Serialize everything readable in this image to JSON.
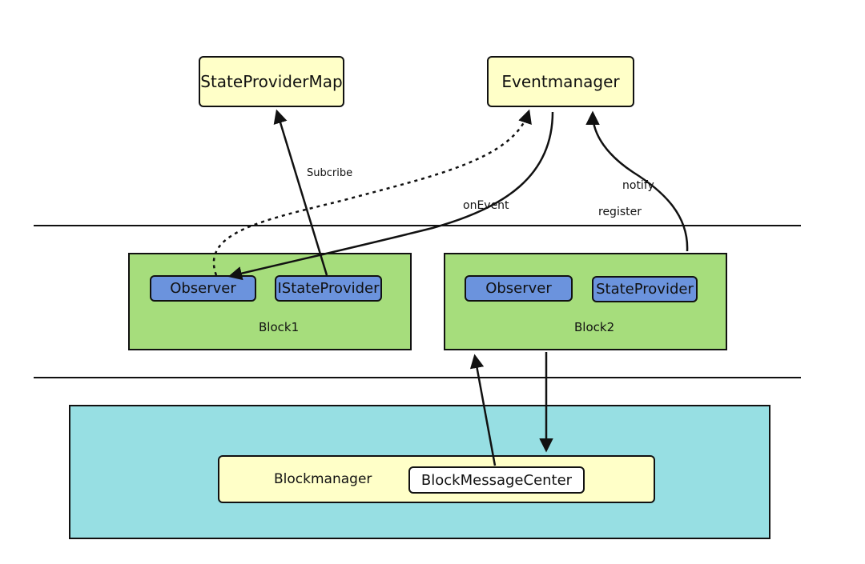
{
  "nodes": {
    "state_provider_map": "StateProviderMap",
    "event_manager": "Eventmanager",
    "block1": "Block1",
    "block1_observer": "Observer",
    "block1_istateprovider": "IStateProvider",
    "block2": "Block2",
    "block2_observer": "Observer",
    "block2_stateprovider": "StateProvider",
    "block_manager": "Blockmanager",
    "block_message_center": "BlockMessageCenter"
  },
  "edges": {
    "subcribe": "Subcribe",
    "on_event": "onEvent",
    "notify": "notify",
    "register": "register"
  },
  "colors": {
    "yellow": "#ffffc8",
    "green": "#a6dd7c",
    "blue": "#6b93dd",
    "cyan": "#97dfe3"
  }
}
